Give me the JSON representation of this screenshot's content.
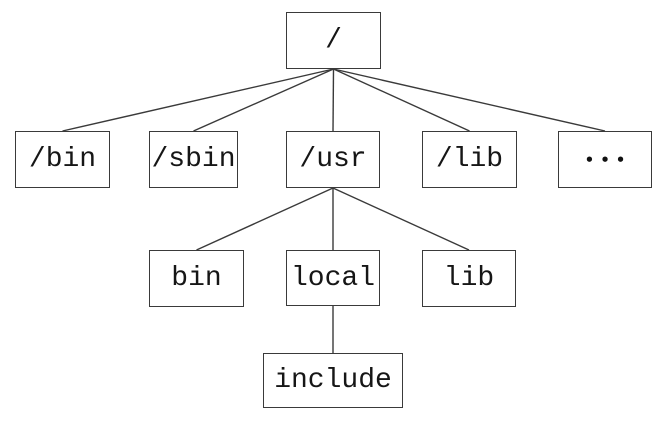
{
  "diagram": {
    "kind": "tree",
    "background_color": "#ffffff",
    "line_color": "#3a3a3a",
    "text_color": "#161616"
  },
  "nodes": {
    "root": {
      "label": "/"
    },
    "bin": {
      "label": "/bin"
    },
    "sbin": {
      "label": "/sbin"
    },
    "usr": {
      "label": "/usr"
    },
    "lib": {
      "label": "/lib"
    },
    "ellipsis": {
      "label": "•••"
    },
    "usr_bin": {
      "label": "bin"
    },
    "usr_local": {
      "label": "local"
    },
    "usr_lib": {
      "label": "lib"
    },
    "include": {
      "label": "include"
    }
  },
  "edges": [
    [
      "root",
      "bin"
    ],
    [
      "root",
      "sbin"
    ],
    [
      "root",
      "usr"
    ],
    [
      "root",
      "lib"
    ],
    [
      "root",
      "ellipsis"
    ],
    [
      "usr",
      "usr_bin"
    ],
    [
      "usr",
      "usr_local"
    ],
    [
      "usr",
      "usr_lib"
    ],
    [
      "usr_local",
      "include"
    ]
  ]
}
